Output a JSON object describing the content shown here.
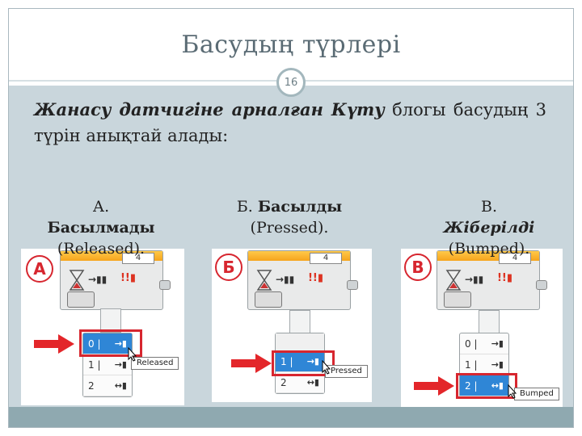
{
  "slide": {
    "title": "Басудың түрлері",
    "page_number": "16"
  },
  "intro": {
    "bold": "Жанасу датчигіне арналған Күту",
    "rest": " блогы басудың 3 түрін анықтай алады:"
  },
  "variants": [
    {
      "letter": "А",
      "caption_prefix": "А.",
      "caption_name": "Басылмады",
      "caption_en": "(Released).",
      "block_number": "4",
      "menu": [
        {
          "index": "0",
          "selected": true
        },
        {
          "index": "1",
          "selected": false
        },
        {
          "index": "2",
          "selected": false
        }
      ],
      "tooltip": "Released"
    },
    {
      "letter": "Б",
      "caption_prefix": "Б.",
      "caption_name": "Басылды",
      "caption_en": "(Pressed).",
      "block_number": "4",
      "menu": [
        {
          "index": "1",
          "selected": true
        },
        {
          "index": "2",
          "selected": false
        }
      ],
      "tooltip": "Pressed"
    },
    {
      "letter": "В",
      "caption_prefix": "В.",
      "caption_name": "Жіберілді",
      "caption_en": "(Bumped).",
      "block_number": "4",
      "menu": [
        {
          "index": "0",
          "selected": false
        },
        {
          "index": "1",
          "selected": false
        },
        {
          "index": "2",
          "selected": true
        }
      ],
      "tooltip": "Bumped"
    }
  ],
  "colors": {
    "accent_red": "#d7262f",
    "selection_blue": "#2f86d6",
    "content_bg": "#c9d6dc"
  }
}
